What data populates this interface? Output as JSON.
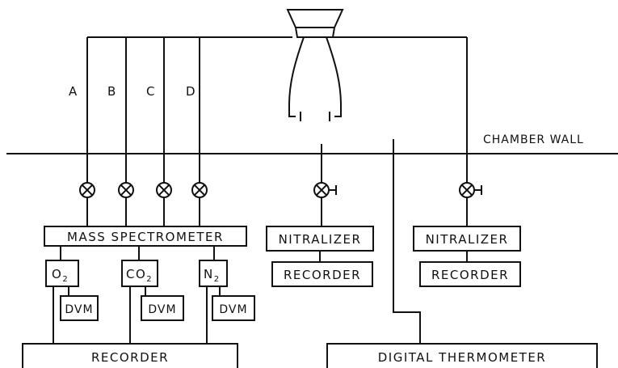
{
  "diagram": {
    "chamber_wall_label": "CHAMBER WALL",
    "sample_lines": [
      "A",
      "B",
      "C",
      "D"
    ],
    "mass_spectrometer": "MASS SPECTROMETER",
    "gas_channels": [
      {
        "base": "O",
        "subscript": "2"
      },
      {
        "base": "CO",
        "subscript": "2"
      },
      {
        "base": "N",
        "subscript": "2"
      }
    ],
    "dvm_label": "DVM",
    "recorder_label": "RECORDER",
    "nitralizer_label": "NITRALIZER",
    "digital_thermometer": "DIGITAL THERMOMETER"
  }
}
